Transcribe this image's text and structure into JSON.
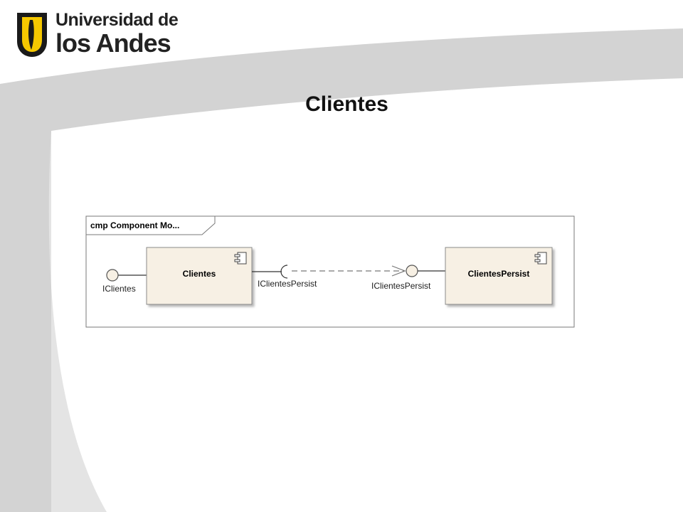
{
  "header": {
    "university_line1": "Universidad de",
    "university_line2": "los Andes",
    "brand_yellow": "#f6c800",
    "brand_dark": "#1a1a1a"
  },
  "page": {
    "title": "Clientes"
  },
  "diagram": {
    "frame_title": "cmp Component Mo...",
    "components": [
      {
        "name": "Clientes"
      },
      {
        "name": "ClientesPersist"
      }
    ],
    "interfaces": {
      "provided_left": "IClientes",
      "required": "IClientesPersist",
      "provided_right": "IClientesPersist"
    },
    "colors": {
      "component_fill": "#f7f0e4",
      "component_border": "#8a8a8a",
      "frame_border": "#7a7a7a",
      "banner_gray": "#d3d3d3"
    }
  }
}
